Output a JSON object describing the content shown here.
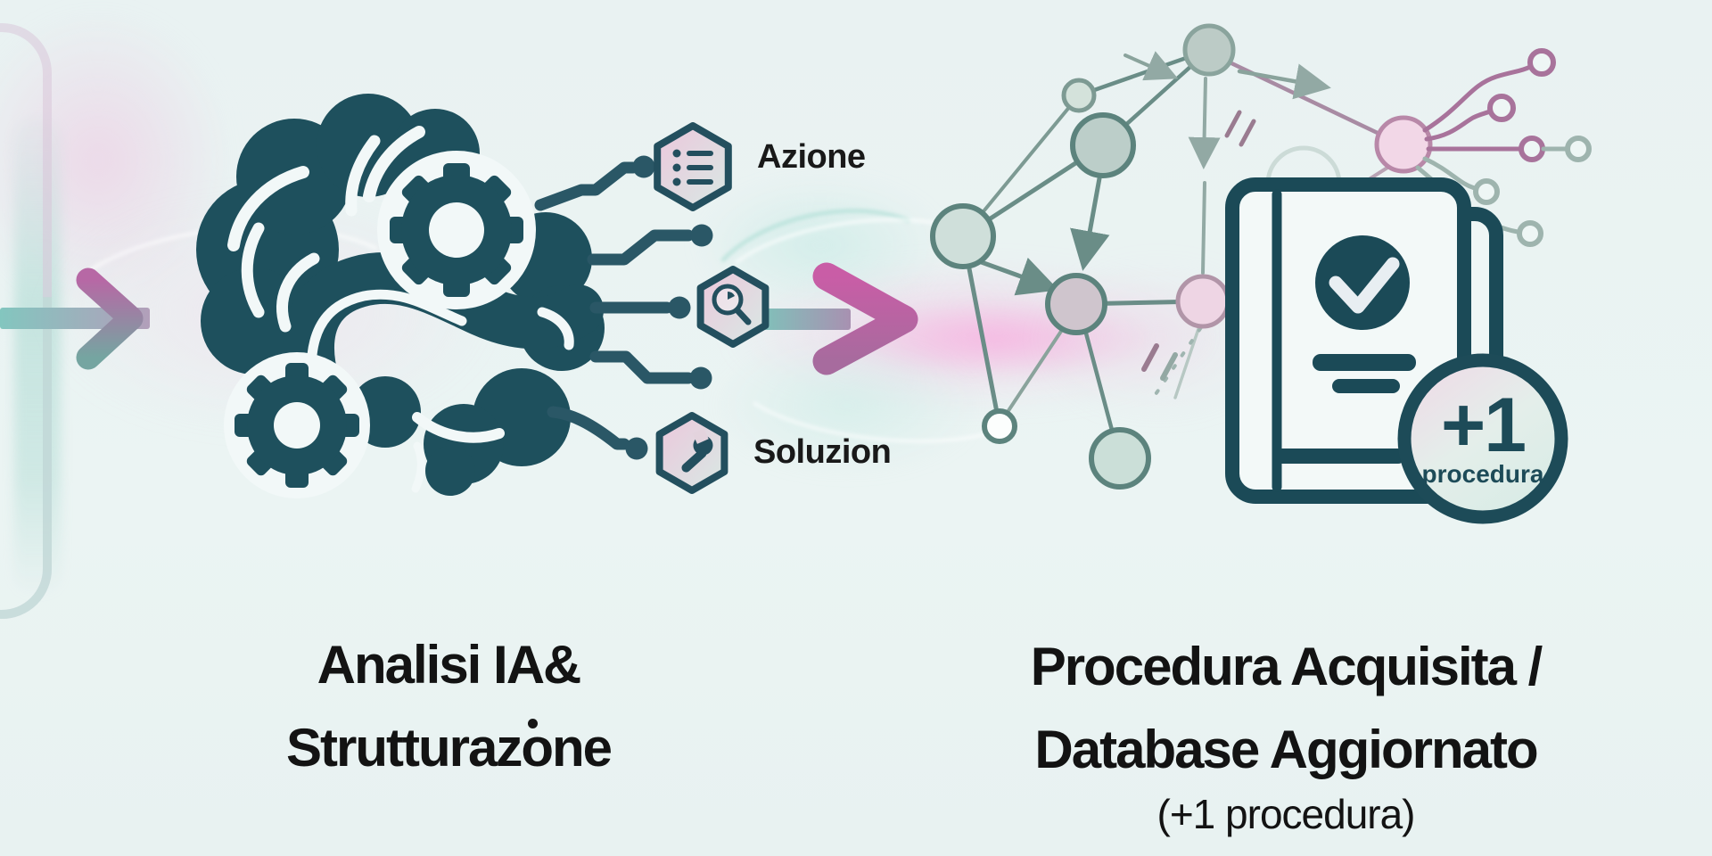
{
  "scene": {
    "type": "process-infographic",
    "background": "#eaf3f3",
    "colors": {
      "dark_teal": "#1e505d",
      "trace_teal": "#2a5766",
      "arrow_magenta": "#c45da4",
      "bar_teal": "#7fc2ba",
      "hex_pink": "#ecc7dc",
      "hex_teal": "#d8e9e4",
      "network_stroke": "#6a8d87",
      "network_purple": "#a8739b",
      "text_black": "#131313"
    }
  },
  "left_stage": {
    "icon": "brain-gears-icon",
    "caption": {
      "line1": "Analisi IA&",
      "line2": "Strutturazone"
    },
    "outputs": [
      {
        "icon": "list-icon",
        "label": "Azione"
      },
      {
        "icon": "magnifier-icon",
        "label": ""
      },
      {
        "icon": "wrench-icon",
        "label": "Soluzion"
      }
    ]
  },
  "flow": {
    "left_arrow_icon": "arrow-right-icon",
    "center_arrow_icon": "arrow-right-icon"
  },
  "right_stage": {
    "network_icon": "network-graph-icon",
    "book_icon": "book-check-icon",
    "badge": {
      "value": "+1",
      "unit": "procedura"
    },
    "caption": {
      "line1": "Procedura Acquisita /",
      "line2": "Database Aggiornato",
      "line3": "(+1 procedura)"
    }
  }
}
